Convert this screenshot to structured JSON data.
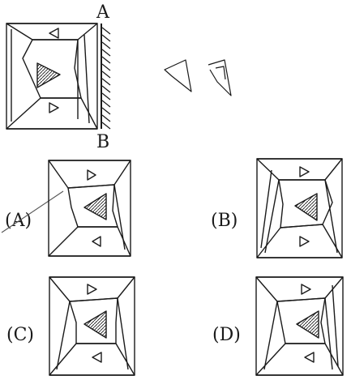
{
  "mirror": {
    "top_label": "A",
    "bottom_label": "B"
  },
  "options": [
    {
      "label": "(A)"
    },
    {
      "label": "(B)"
    },
    {
      "label": "(C)"
    },
    {
      "label": "(D)"
    }
  ]
}
